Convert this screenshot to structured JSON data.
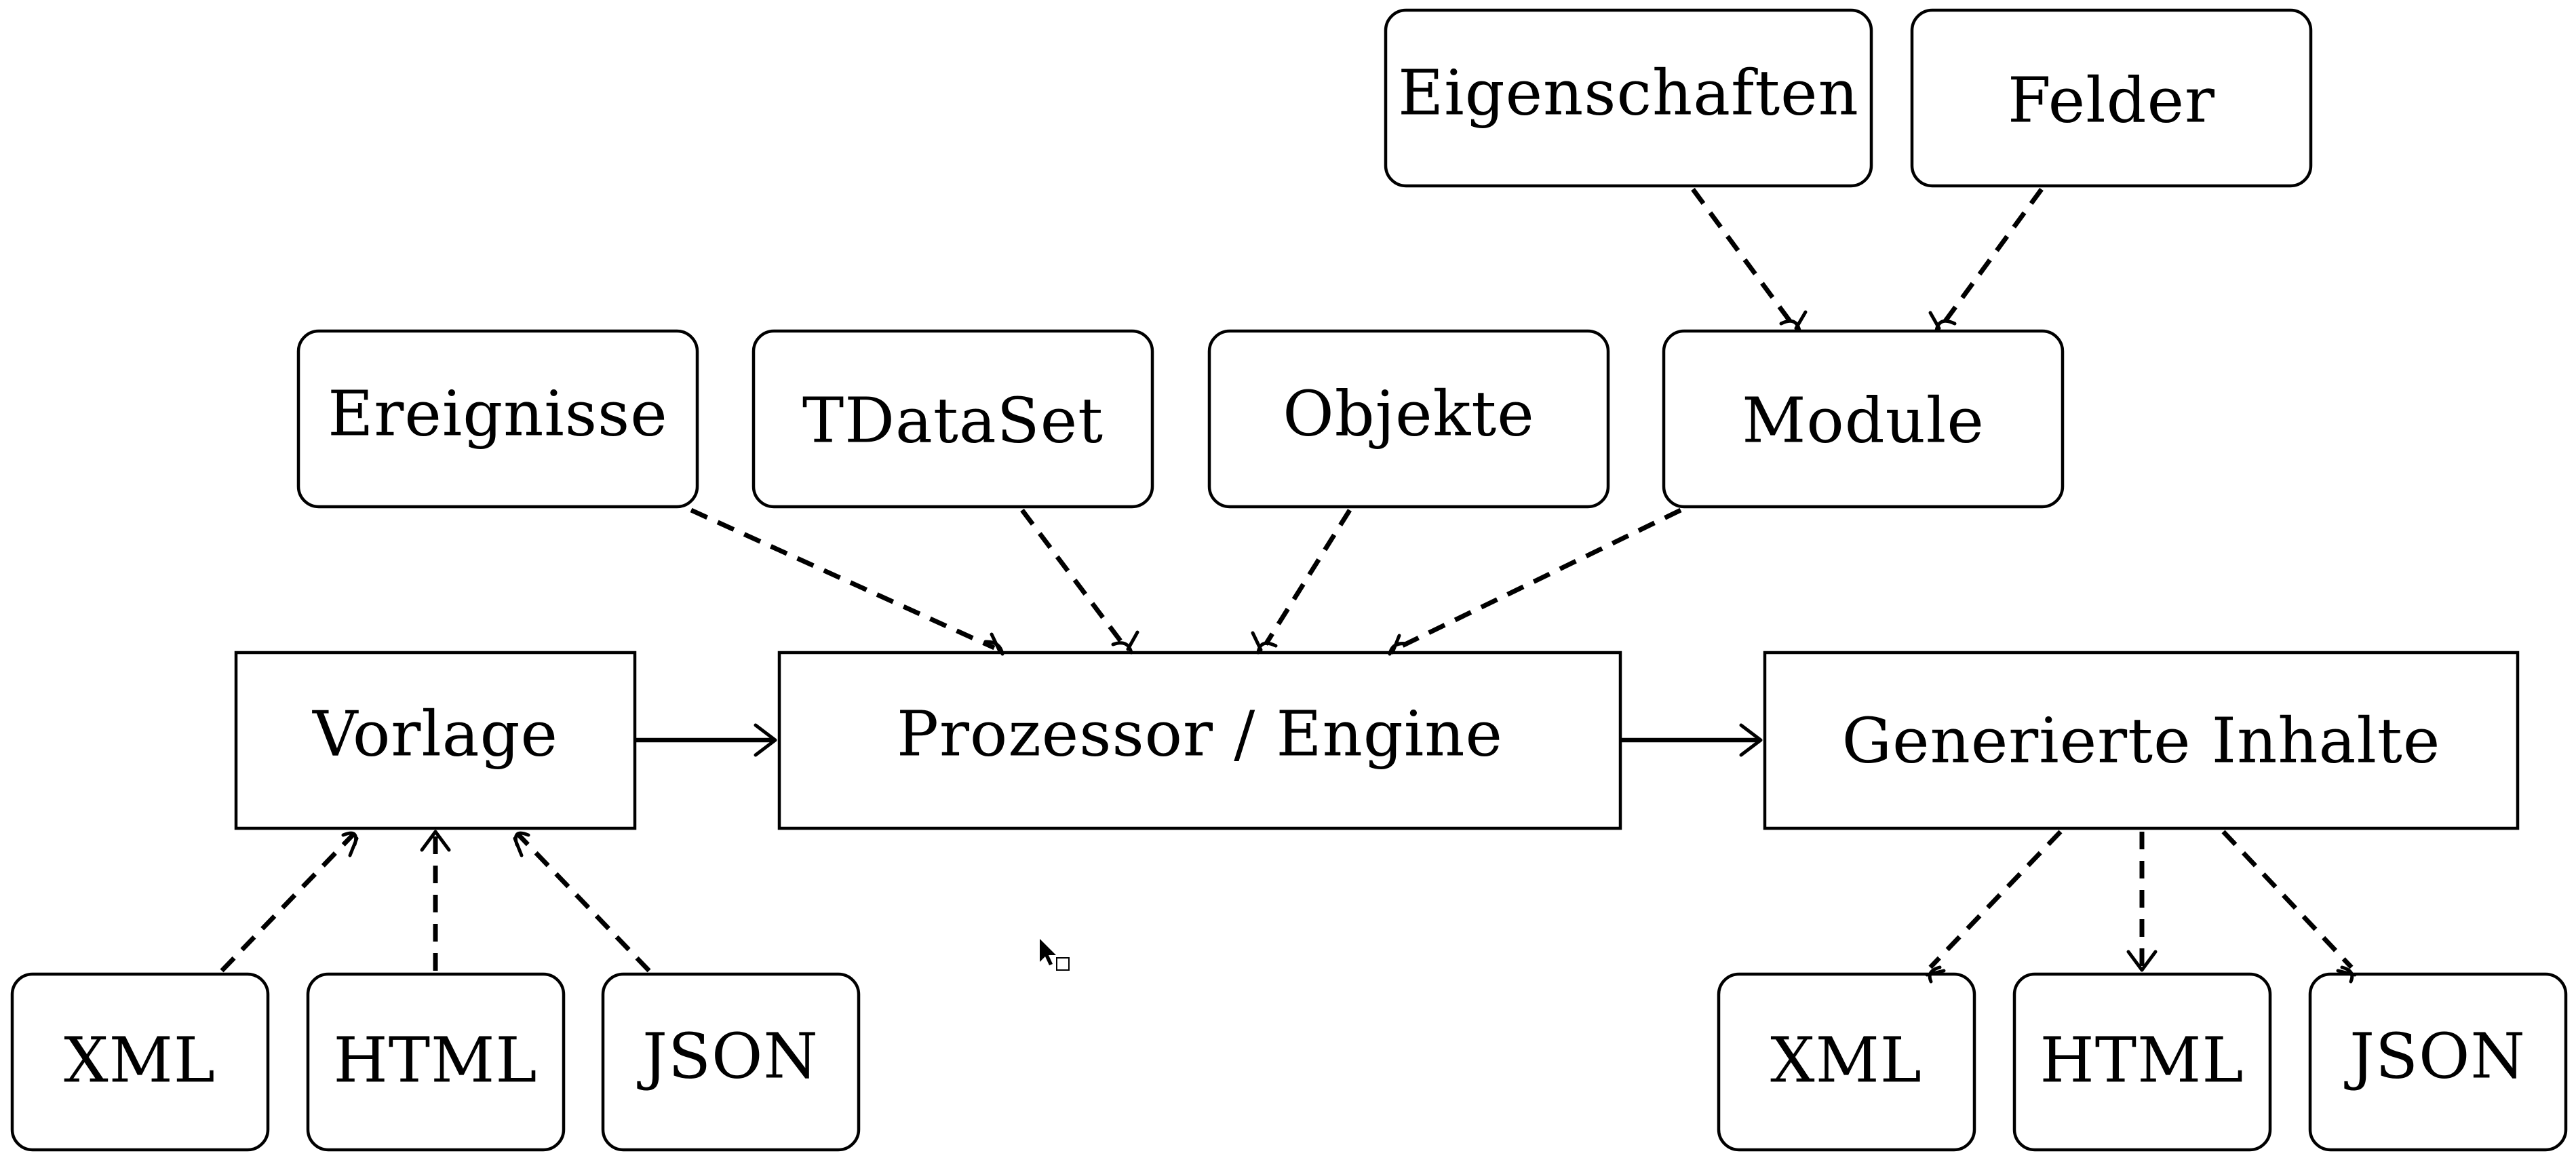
{
  "nodes": {
    "eigenschaften": "Eigenschaften",
    "felder": "Felder",
    "ereignisse": "Ereignisse",
    "tdataset": "TDataSet",
    "objekte": "Objekte",
    "module": "Module",
    "vorlage": "Vorlage",
    "engine": "Prozessor / Engine",
    "output": "Generierte Inhalte",
    "in_xml": "XML",
    "in_html": "HTML",
    "in_json": "JSON",
    "out_xml": "XML",
    "out_html": "HTML",
    "out_json": "JSON"
  },
  "edges": [
    {
      "from": "eigenschaften",
      "to": "module",
      "style": "dashed"
    },
    {
      "from": "felder",
      "to": "module",
      "style": "dashed"
    },
    {
      "from": "ereignisse",
      "to": "engine",
      "style": "dashed"
    },
    {
      "from": "tdataset",
      "to": "engine",
      "style": "dashed"
    },
    {
      "from": "objekte",
      "to": "engine",
      "style": "dashed"
    },
    {
      "from": "module",
      "to": "engine",
      "style": "dashed"
    },
    {
      "from": "vorlage",
      "to": "engine",
      "style": "solid"
    },
    {
      "from": "engine",
      "to": "output",
      "style": "solid"
    },
    {
      "from": "in_xml",
      "to": "vorlage",
      "style": "dashed"
    },
    {
      "from": "in_html",
      "to": "vorlage",
      "style": "dashed"
    },
    {
      "from": "in_json",
      "to": "vorlage",
      "style": "dashed"
    },
    {
      "from": "output",
      "to": "out_xml",
      "style": "dashed"
    },
    {
      "from": "output",
      "to": "out_html",
      "style": "dashed"
    },
    {
      "from": "output",
      "to": "out_json",
      "style": "dashed"
    }
  ]
}
